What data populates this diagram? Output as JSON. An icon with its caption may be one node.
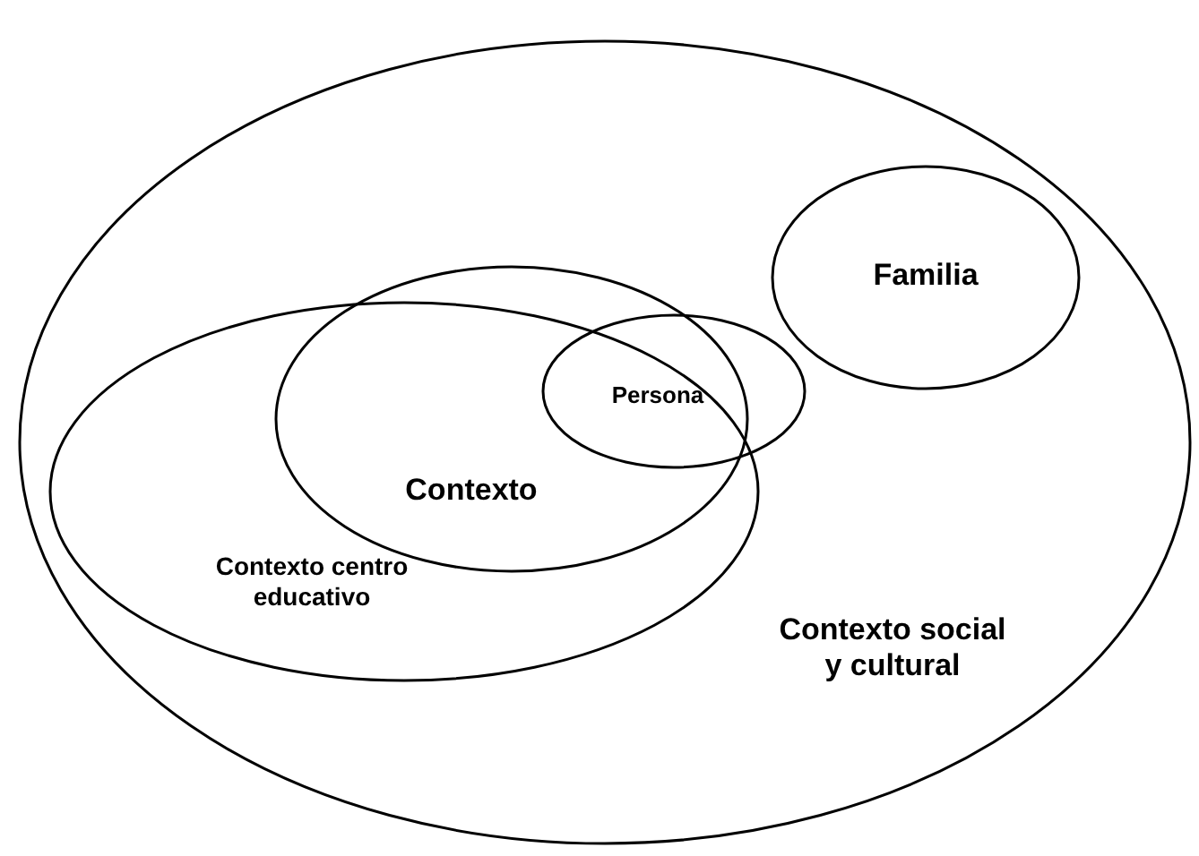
{
  "diagram": {
    "nodes": [
      {
        "text": [
          "Contexto social y cultural"
        ]
      },
      {
        "text": [
          "Familia"
        ],
        "in": 0
      },
      {
        "text": [
          "Contexto centro educativo"
        ],
        "in": 0
      },
      {
        "text": [
          "Contexto"
        ],
        "in": 0
      },
      {
        "text": [
          "Persona"
        ],
        "in": 0
      }
    ]
  }
}
